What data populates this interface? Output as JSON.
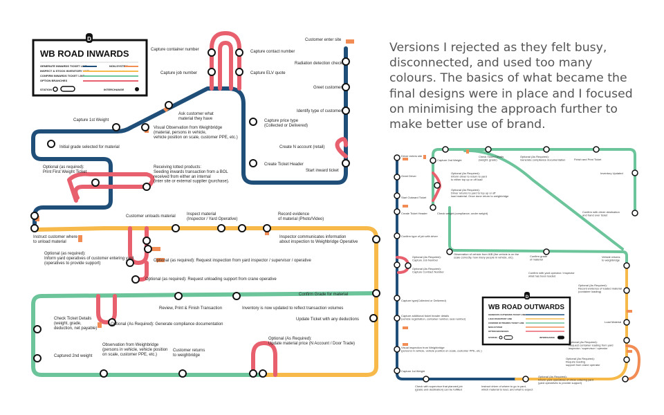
{
  "colors": {
    "navy": "#1f4e79",
    "pink": "#e8606e",
    "yellow": "#f6b94a",
    "green": "#6cc49b",
    "orange": "#f28c55",
    "ink": "#111111"
  },
  "caption": "Versions I rejected as they felt busy, disconnected, and used too many colours. The basics of what became the final designs were in place and I focused on minimising the approach further to make better use of brand.",
  "inwards": {
    "logo_icon": "d-logo-icon",
    "title": "WB ROAD INWARDS",
    "legend": [
      "GENERATE INWARDS TICKET LINE",
      "INSPECT & STOCK INVENTORY LINE",
      "CONFIRM INWARDS TICKET LINE",
      "OPTION BRANCHES"
    ],
    "legend_nonsystem": "NON-SYSTEM",
    "legend_station": "STATION",
    "legend_interchange": "INTERCHANGE",
    "labels": {
      "capture_container": "Capture container number",
      "capture_job": "Capture job number",
      "capture_contact": "Capture contact number",
      "capture_elv": "Capture ELV quote",
      "customer_enter_site": "Customer enter site",
      "radiation": "Radiation detection check",
      "greet": "Greet customer",
      "identify_type": "Identify type of customer",
      "capture_price": "Capture price type\n(Collected or Delivered)",
      "create_n_account": "Create N account (retail)",
      "create_ticket_header": "Create Ticket Header",
      "start_inward": "Start inward ticket",
      "ask_customer": "Ask customer what\nmaterial they have",
      "visual_obs": "Visual Observation from Weighbridge\n(material, persons in vehicle,\nvehicle position on scale, customer PPE, etc.)",
      "capture_1st": "Capture 1st Weight",
      "initial_grade": "Initial grade selected for material",
      "optional_print": "Optional (as required):\nPrint First Weight Ticket",
      "receiving_lotted": "Receiving lotted products:\nSeeding inwards transaction from a BOL\nreceived from either an internal\n(inter site or external supplier (purchase).",
      "instruct_customer": "Instruct customer where\nto unload material",
      "customer_unloads": "Customer unloads material",
      "inspect_material": "Inspect material\n(Inspector / Yard Operative)",
      "record_evidence": "Record evidence\nof material (Photo/Video)",
      "inspector_comm": "Inspector communicates information\nabout inspection to Weighbridge Operative",
      "optional_inform": "Optional (as required):\nInform yard operatives of customer entering yard\n(operatives to provide support)",
      "optional_request": "Optional (as required): Request inspection from yard inspector / supervisor / operative",
      "optional_unload": "Optional (as required): Request unloading support from crane operative",
      "confirm_grade": "Confirm Grade for material",
      "review_print": "Review, Print & Finish Transaction",
      "inventory_updated": "Inventory is now updated to reflect transaction volumes",
      "update_ticket": "Update Ticket with any deductions",
      "check_ticket": "Check Ticket Details\n(weight, grade,\ndeduction, net payable)",
      "optional_compliance": "Optional (As Required): Generate compliance documentation",
      "captured_2nd": "Captured 2nd weight",
      "obs_weighbridge": "Observation from Weighbridge\n(persons in vehicle, vehicle position\non scale, customer PPE, etc.)",
      "customer_returns": "Customer returns\nto weighbridge",
      "optional_update_price": "Optional (As Required):\nUpdate material price (N Account / Door Trade)"
    }
  },
  "outwards": {
    "title": "WB ROAD OUTWARDS",
    "legend": [
      "GENERATE OUTWARDS TICKET LINE",
      "LOAD INVENTORY LINE",
      "CONFIRM OUTWARDS TICKET LINE",
      "NON-SYSTEM",
      "OPTION BRANCHES"
    ],
    "legend_station": "STATION",
    "legend_interchange": "INTERCHANGE",
    "labels": {
      "driver_enters": "Driver enters site",
      "greet_driver": "Greet Driver",
      "start_outward": "Start Outward Ticket",
      "create_ticket_header": "Create Ticket Header",
      "confirm_job": "Confirm type of job with driver",
      "optional_job": "Optional (As Required):\nCapture Job Number",
      "optional_contract": "Optional (As Required):\nCapture Contract Number",
      "capture_type": "Capture type(Collected or Delivered)",
      "capture_additional": "Capture additional ticket header details\n(vehicle registration, container number, seal number)",
      "visual_inspection": "Visual inspection from Weighbridge\n(persons in vehicle, vehicle position on scale, customer PPE, etc.)",
      "capture_1st": "Capture 1st Weight",
      "check_supervisor": "Check with supervisor that planned job\n(grade and destination) can be fulfilled",
      "instruct_driver": "Instruct driver of where to go in yard,\nwhich material to load, and what to expect",
      "capture_2nd": "Capture 2nd Weight",
      "check_ticket": "Check Ticket Details\n(weight, grade)",
      "optional_compliance": "Optional (As Required):\nGenerate compliance documentation",
      "finish_print": "Finish and Print Ticket",
      "inventory_updated": "Inventory Updated",
      "optional_inform": "Optional (As Required):\nInform driver to return to yard\nto either top up or off load",
      "optional_driver_returns": "Optional (As Required):\nDriver returns to yard to top up or off\nload material. Once done return to weighbridge",
      "check_weight": "Check weight (compliance; under weight)",
      "confirm_driver": "Confirm with driver destination\nand hand over ticket",
      "obs_vehicle": "Observation of vehicle from WB (the vehicle is on the\nscale correctly, how many people in vehicle, etc).",
      "confirm_grade": "Confirm grade\nof material",
      "vehicle_returns": "Vehicle returns\nto weighbridge",
      "confirm_yard": "Confirm with yard operator / inspector\nwhat has been loaded",
      "optional_record": "Optional (As Required):\nRecord evidence of loaded material\n(container loading)",
      "load_material": "Load Material",
      "optional_request_loading": "Optional (As Required):\nRequest container loading from yard\ninspector / supervisor / operator",
      "optional_require_loading": "Optional (As Required):\nRequire loading\nsupport from crane operator",
      "optional_inform_ops": "Optional (As Required):\nInform yard operatives of driver entering yard\n(yard operatives to provide support)"
    }
  }
}
